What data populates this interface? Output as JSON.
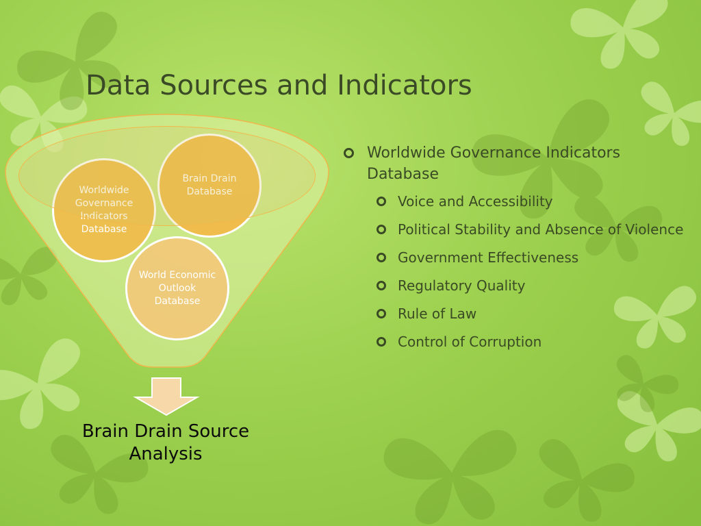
{
  "slide": {
    "title": "Data Sources and Indicators"
  },
  "funnel": {
    "circles": [
      {
        "label": "Worldwide Governance Indicators Database"
      },
      {
        "label": "Brain Drain Database"
      },
      {
        "label": "World Economic Outlook Database"
      }
    ],
    "result_label": "Brain Drain Source Analysis",
    "colors": {
      "circle_fill": "#f3ba48",
      "circle_border": "#ffffff",
      "arrow_fill": "#f7d8a8"
    }
  },
  "bullets": {
    "main": "Worldwide Governance Indicators Database",
    "sub": [
      "Voice and Accessibility",
      "Political Stability and Absence of Violence",
      "Government Effectiveness",
      "Regulatory Quality",
      "Rule of Law",
      "Control of Corruption"
    ],
    "bullet_icon": "hollow-circle-bullet-icon"
  },
  "background": {
    "decoration": "butterfly-icon",
    "colors": {
      "base": "#9dd14f",
      "light": "#c6ea86"
    }
  }
}
